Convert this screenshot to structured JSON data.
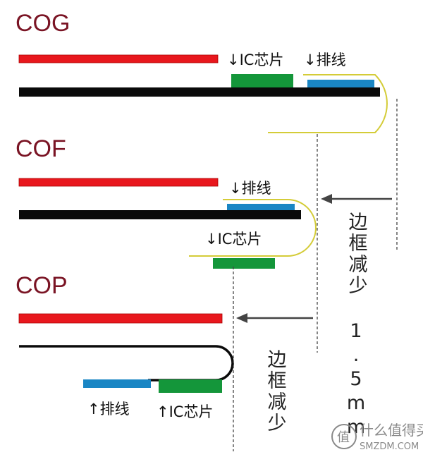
{
  "sections": [
    {
      "title": "COG",
      "ic_label": "↓IC芯片",
      "fpc_label": "↓排线"
    },
    {
      "title": "COF",
      "ic_label": "↓IC芯片",
      "fpc_label": "↓排线"
    },
    {
      "title": "COP",
      "ic_label": "↑IC芯片",
      "fpc_label": "↑排线"
    }
  ],
  "annotations": {
    "reduction_a": "边框减少 1.5mm",
    "reduction_b": "边框减少"
  },
  "watermark": {
    "name": "什么值得买",
    "site": "SMZDM.COM"
  },
  "colors": {
    "glass_red": "#e8171d",
    "substrate_black": "#0a0a0a",
    "ic_green": "#14963a",
    "fpc_blue": "#1a86c4",
    "flex_yellow": "#d4cc38",
    "title_maroon": "#7a1424"
  }
}
